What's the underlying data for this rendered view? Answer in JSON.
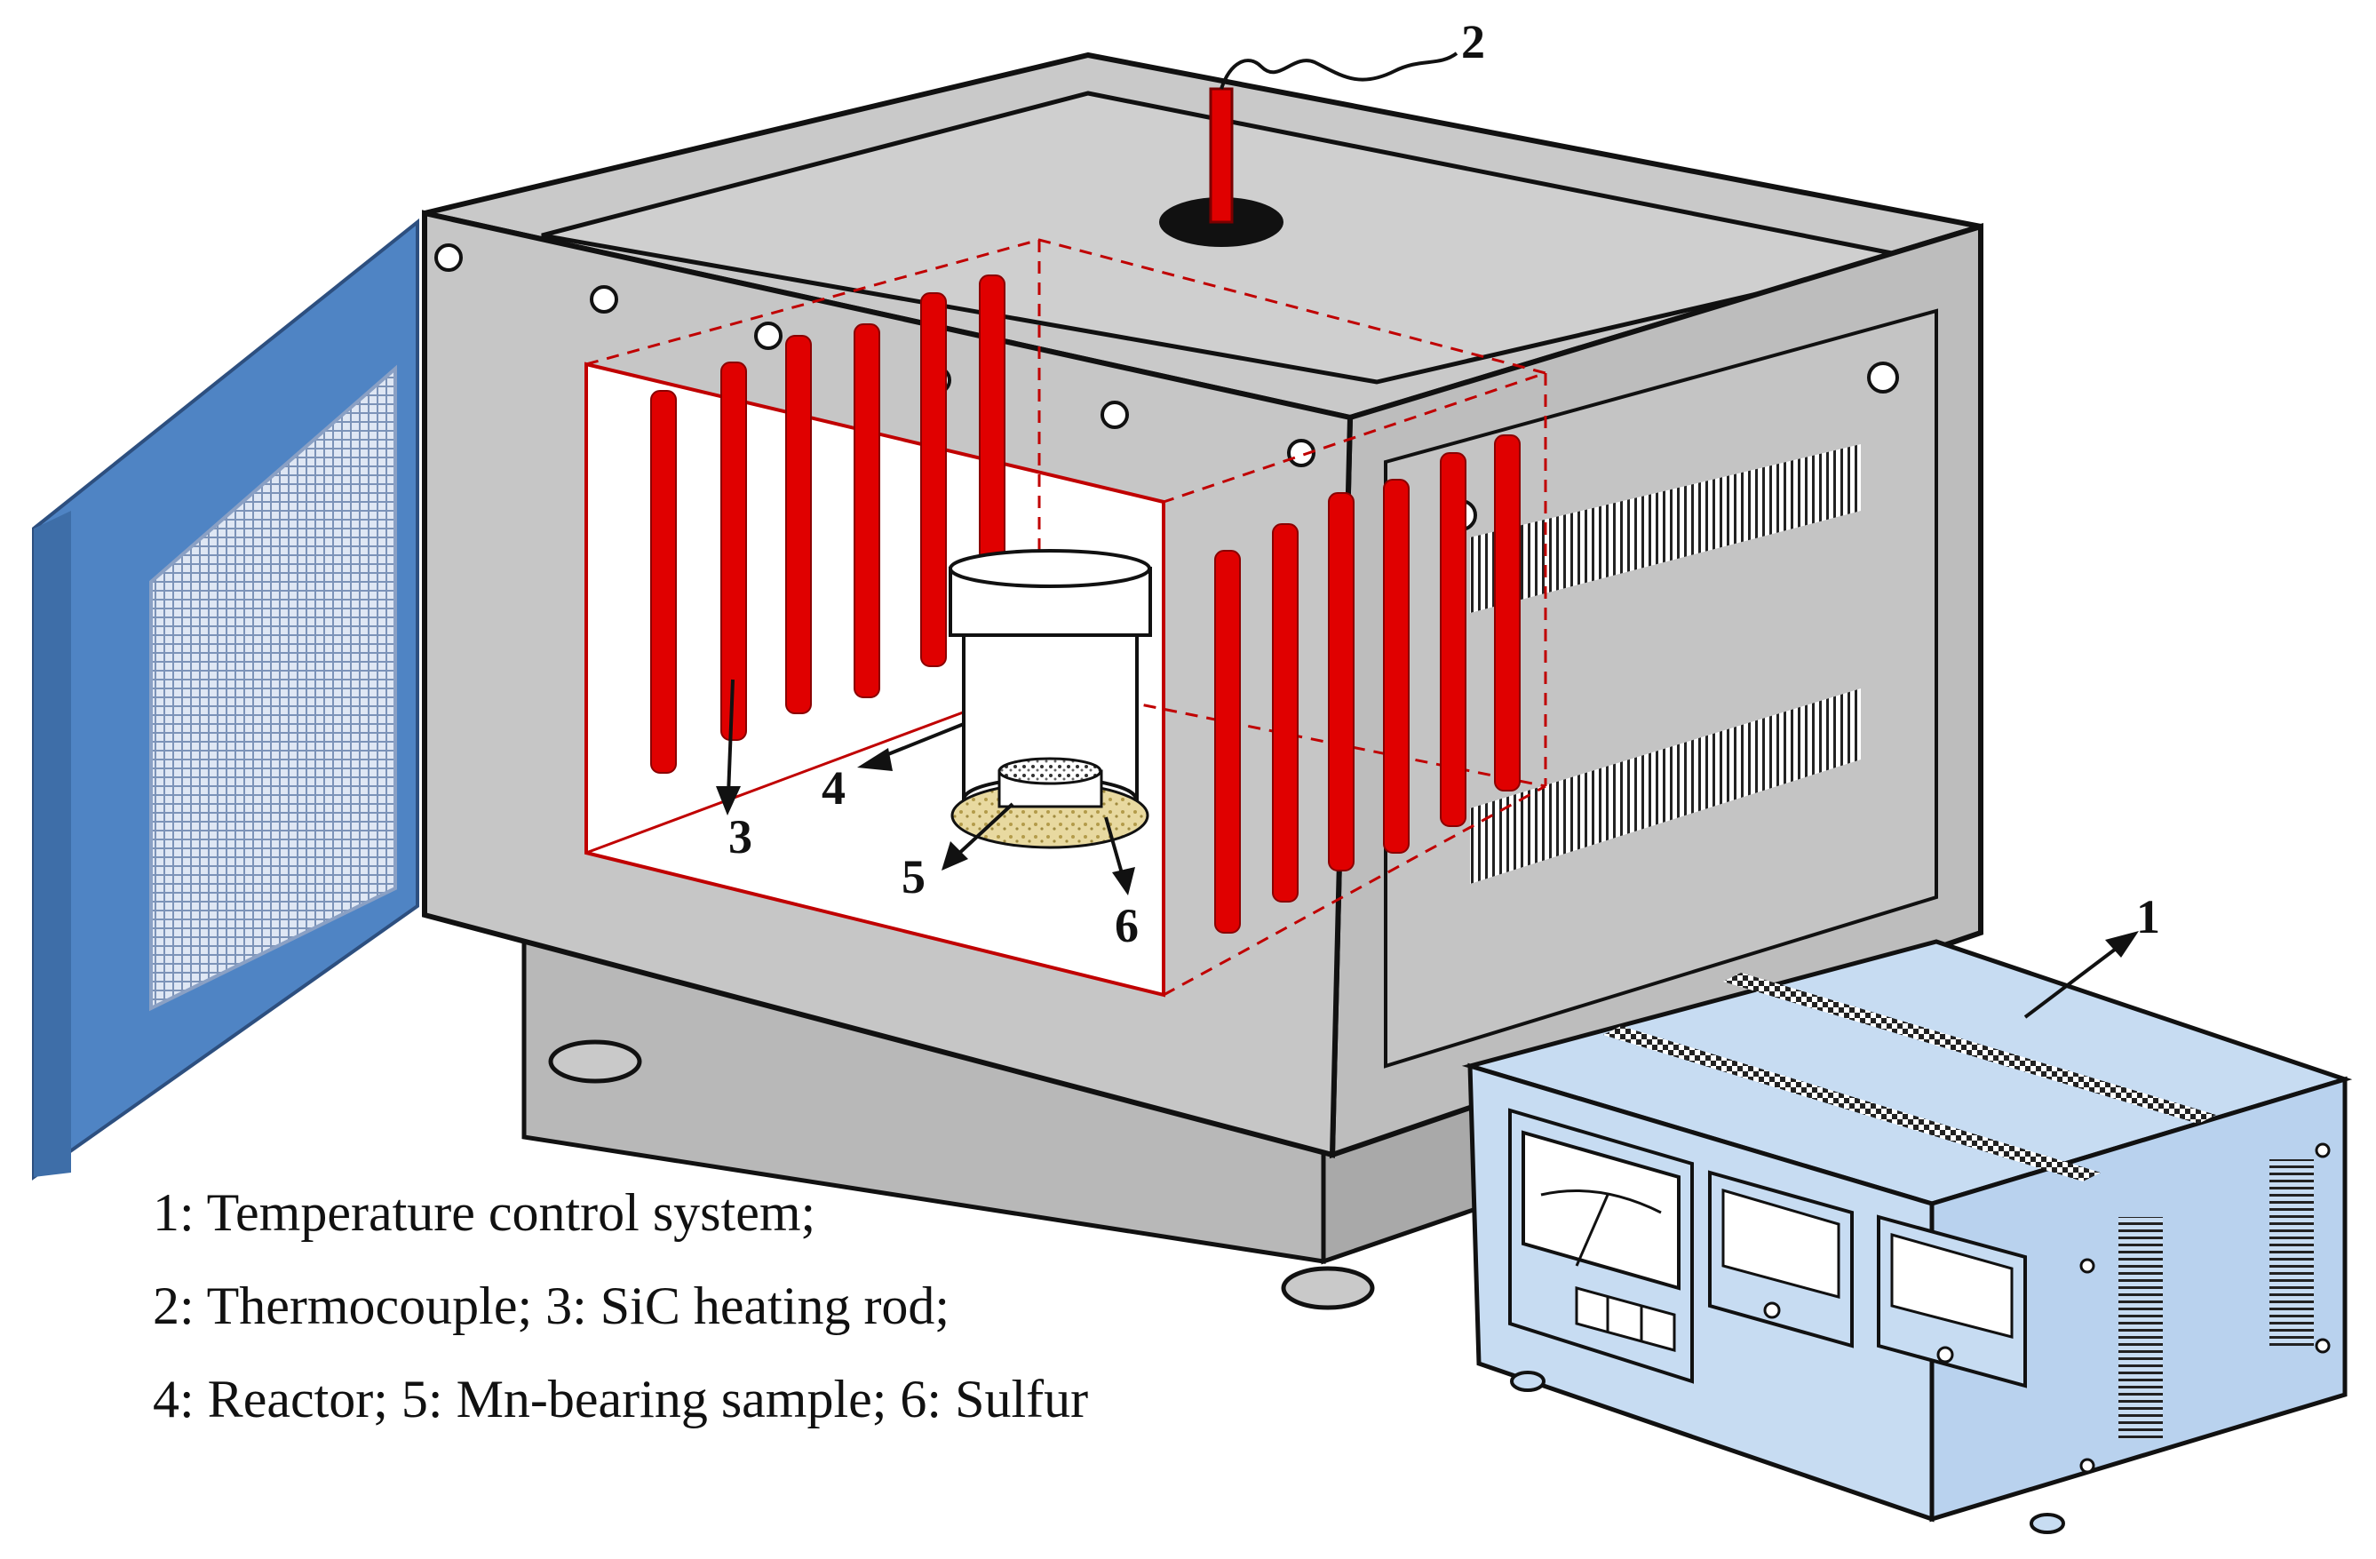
{
  "callouts": {
    "c1": "1",
    "c2": "2",
    "c3": "3",
    "c4": "4",
    "c5": "5",
    "c6": "6"
  },
  "legend": {
    "line1": "1: Temperature control system;",
    "line2": "2: Thermocouple; 3: SiC heating rod;",
    "line3": "4: Reactor; 5: Mn-bearing sample; 6: Sulfur"
  },
  "colors": {
    "furnace_body": "#c6c6c6",
    "furnace_side": "#bdbdbd",
    "heating_rod": "#e00000",
    "door_blue": "#4f84c4",
    "door_blue_dark": "#3e6ea8",
    "controller_blue": "#c7dcf2",
    "sulfur": "#e8d9a0",
    "outline": "#111111"
  }
}
